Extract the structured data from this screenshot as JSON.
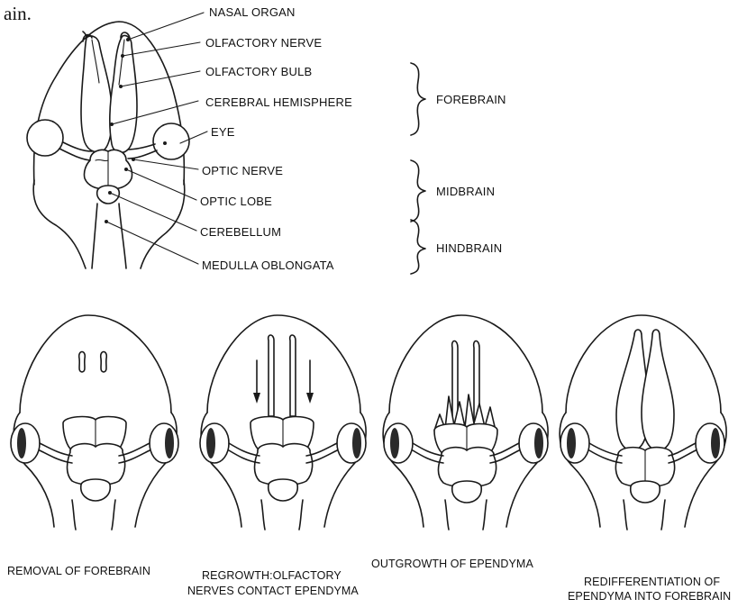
{
  "fragment_text": "ain.",
  "brain_labels": {
    "nasal_organ": "NASAL ORGAN",
    "olfactory_nerve": "OLFACTORY NERVE",
    "olfactory_bulb": "OLFACTORY BULB",
    "cerebral_hemisphere": "CEREBRAL HEMISPHERE",
    "eye": "EYE",
    "optic_nerve": "OPTIC NERVE",
    "optic_lobe": "OPTIC LOBE",
    "cerebellum": "CEREBELLUM",
    "medulla_oblongata": "MEDULLA OBLONGATA"
  },
  "region_labels": {
    "forebrain": "FOREBRAIN",
    "midbrain": "MIDBRAIN",
    "hindbrain": "HINDBRAIN"
  },
  "stage_captions": {
    "stage1": [
      "REMOVAL OF FOREBRAIN"
    ],
    "stage2": [
      "REGROWTH:OLFACTORY",
      "NERVES CONTACT EPENDYMA"
    ],
    "stage3": [
      "OUTGROWTH OF EPENDYMA"
    ],
    "stage4": [
      "REDIFFERENTIATION OF",
      "EPENDYMA INTO FOREBRAIN"
    ]
  }
}
